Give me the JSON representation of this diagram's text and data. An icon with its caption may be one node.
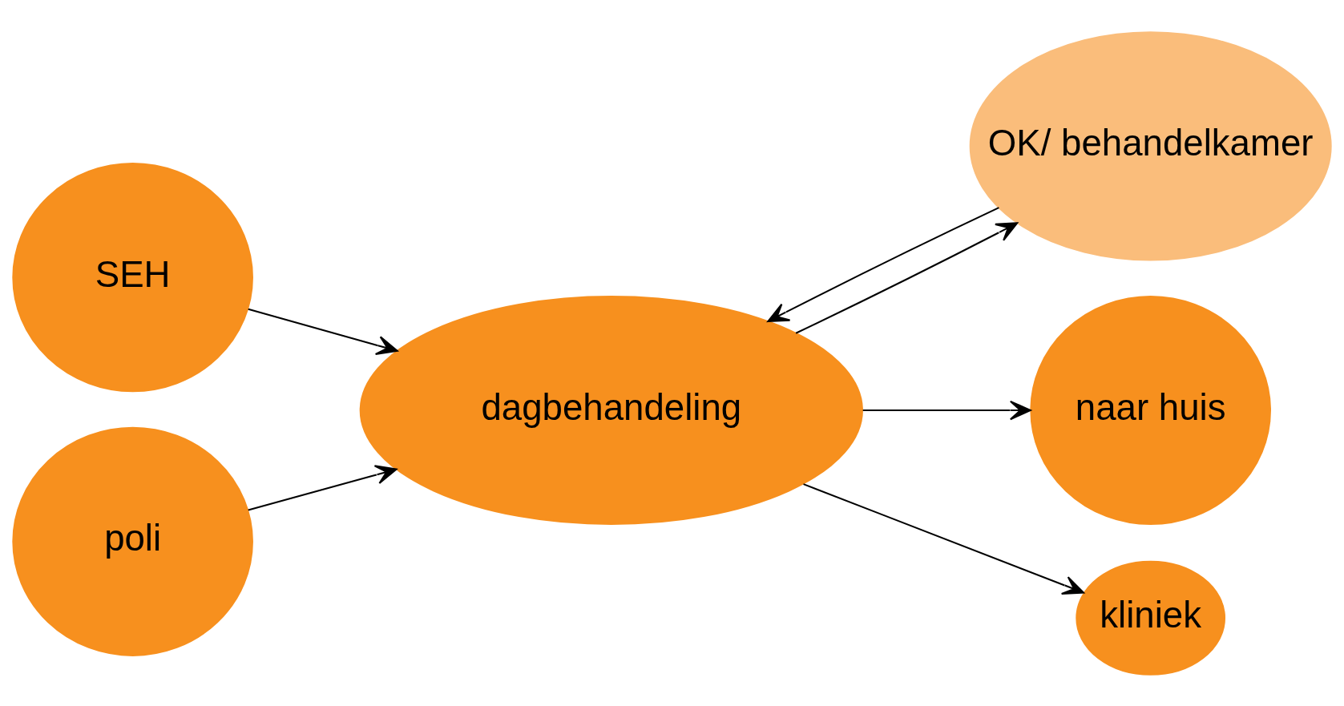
{
  "diagram": {
    "nodes": [
      {
        "text": [
          "OK/ behandelkamer"
        ]
      },
      {
        "text": [
          "SEH"
        ]
      },
      {
        "text": [
          "dagbehandeling"
        ]
      },
      {
        "text": [
          "naar huis"
        ]
      },
      {
        "text": [
          "poli"
        ]
      },
      {
        "text": [
          "kliniek"
        ]
      }
    ],
    "edges": [
      {
        "from": 1,
        "to": 2,
        "arrow": "to"
      },
      {
        "from": 4,
        "to": 2,
        "arrow": "to"
      },
      {
        "from": 2,
        "to": 0,
        "arrow": "to"
      },
      {
        "from": 0,
        "to": 2,
        "arrow": "to"
      },
      {
        "from": 2,
        "to": 3,
        "arrow": "to"
      },
      {
        "from": 2,
        "to": 5,
        "arrow": "to"
      }
    ]
  }
}
